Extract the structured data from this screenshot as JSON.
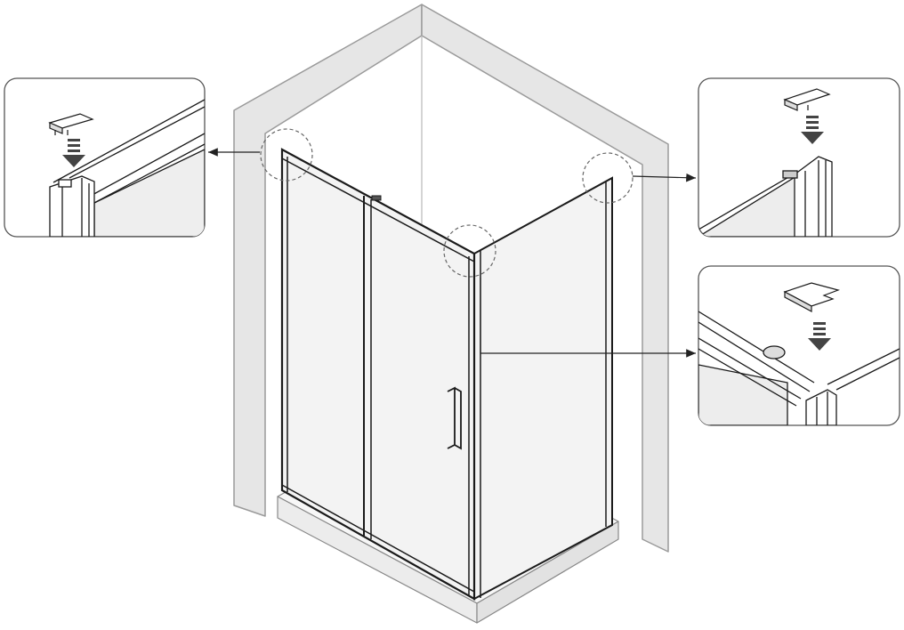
{
  "diagram": {
    "subject": "",
    "colors": {
      "background": "#ffffff",
      "wall_fill": "#e6e6e6",
      "wall_stroke": "#9a9a9a",
      "line": "#1a1a1a",
      "frame": "#222222",
      "glass": "#f3f3f3",
      "tray": "#f7f7f7",
      "callout_stroke": "#555555"
    },
    "icons": [
      "arrow-down-icon",
      "arrow-left-icon",
      "arrow-right-icon",
      "end-cap-icon"
    ],
    "detail_views": [
      {
        "id": "top-left-frame-cap",
        "arrow": "left"
      },
      {
        "id": "top-right-wall-cap",
        "arrow": "right"
      },
      {
        "id": "corner-junction-cap",
        "arrow": "right"
      }
    ]
  }
}
